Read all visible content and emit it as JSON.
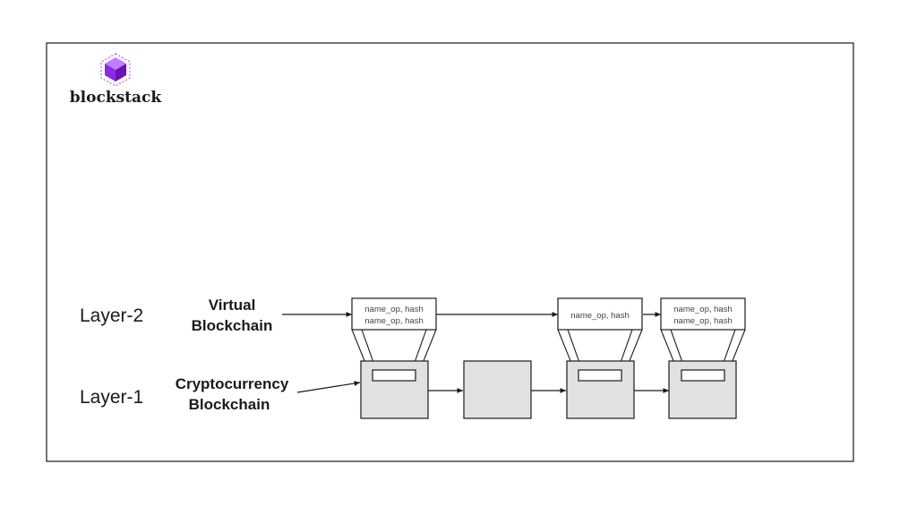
{
  "logo": {
    "wordmark": "blockstack",
    "icon": "purple-cube-icon",
    "color": "#8a2be2"
  },
  "layers": {
    "layer2": "Layer-2",
    "layer1": "Layer-1"
  },
  "labels": {
    "virtual": [
      "Virtual",
      "Blockchain"
    ],
    "crypto": [
      "Cryptocurrency",
      "Blockchain"
    ]
  },
  "virtual_blocks": [
    {
      "lines": [
        "name_op, hash",
        "name_op, hash"
      ]
    },
    {
      "lines": [
        "name_op, hash"
      ]
    },
    {
      "lines": [
        "name_op, hash",
        "name_op, hash"
      ]
    }
  ],
  "crypto_blocks": [
    {
      "has_payload": true
    },
    {
      "has_payload": false
    },
    {
      "has_payload": true
    },
    {
      "has_payload": true
    }
  ],
  "colors": {
    "block_fill": "#e1e1e1",
    "stroke": "#1a1a1a",
    "text": "#1a1a1a",
    "small_text": "#444444"
  }
}
